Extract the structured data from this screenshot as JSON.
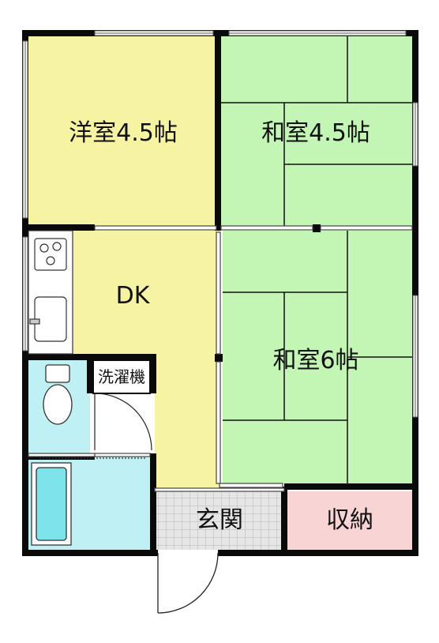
{
  "rooms": {
    "western": "洋室4.5帖",
    "japanese_small": "和室4.5帖",
    "dk": "DK",
    "japanese_large": "和室6帖",
    "washer": "洗濯機",
    "entrance": "玄関",
    "storage": "収納"
  },
  "colors": {
    "western": "#f6f3a3",
    "japanese": "#c3f5b4",
    "dk": "#f6f3a3",
    "wet_area": "#bff1f4",
    "entrance": "#e4e4e4",
    "storage": "#f8d4d4",
    "wall": "#0a0a0a"
  }
}
